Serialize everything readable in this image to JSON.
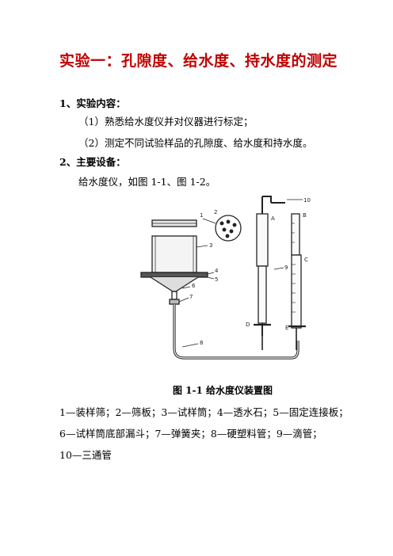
{
  "title": "实验一：孔隙度、给水度、持水度的测定",
  "section1": {
    "heading": "1、实验内容：",
    "items": [
      "（1）熟悉给水度仪并对仪器进行标定；",
      "（2）测定不同试验样品的孔隙度、给水度和持水度。"
    ]
  },
  "section2": {
    "heading": "2、主要设备：",
    "text": "给水度仪，如图 1-1、图 1-2。"
  },
  "figure": {
    "caption": "图 1-1 给水度仪装置图",
    "labels": [
      "1",
      "2",
      "3",
      "4",
      "5",
      "6",
      "7",
      "8",
      "9",
      "10",
      "A",
      "B",
      "C",
      "D",
      "E"
    ],
    "legend_lines": [
      "1—装样筛；2—筛板；3—试样筒；4—透水石；5—固定连接板；",
      "6—试样筒底部漏斗；7—弹簧夹；8—硬塑料管；9—滴管；",
      "10—三通管"
    ]
  }
}
